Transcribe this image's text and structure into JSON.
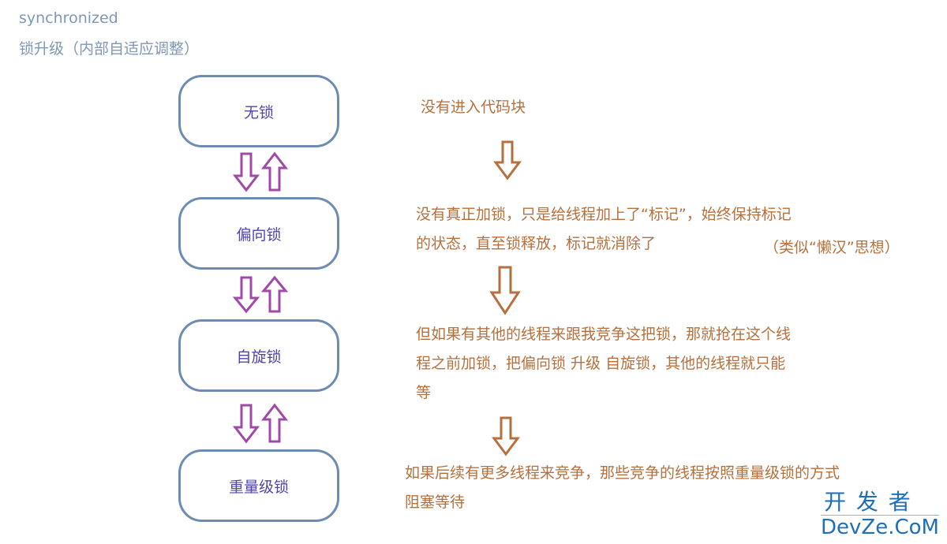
{
  "header": {
    "title": "synchronized",
    "subtitle": "锁升级（内部自适应调整）"
  },
  "states": [
    {
      "label": "无锁"
    },
    {
      "label": "偏向锁"
    },
    {
      "label": "自旋锁"
    },
    {
      "label": "重量级锁"
    }
  ],
  "descriptions": [
    {
      "lines": [
        "没有进入代码块"
      ]
    },
    {
      "lines": [
        "没有真正加锁，只是给线程加上了“标记”，始终保持标记",
        "的状态，直至锁释放，标记就消除了"
      ],
      "note": "（类似“懒汉”思想）"
    },
    {
      "lines": [
        "但如果有其他的线程来跟我竞争这把锁，那就抢在这个线",
        "程之前加锁，把偏向锁 升级 自旋锁，其他的线程就只能",
        "等"
      ]
    },
    {
      "lines": [
        "如果后续有更多线程来竞争，那些竞争的线程按照重量级锁的方式",
        "阻塞等待"
      ]
    }
  ],
  "watermark": {
    "line1": "开 发 者",
    "line2": "DevZe.CoM"
  },
  "colors": {
    "box_border": "#6e8cb2",
    "state_text": "#4f45a8",
    "bidir_arrow": "#a04aa8",
    "desc_text": "#b5703d",
    "desc_arrow": "#b5703d",
    "title": "#7e97b6"
  }
}
